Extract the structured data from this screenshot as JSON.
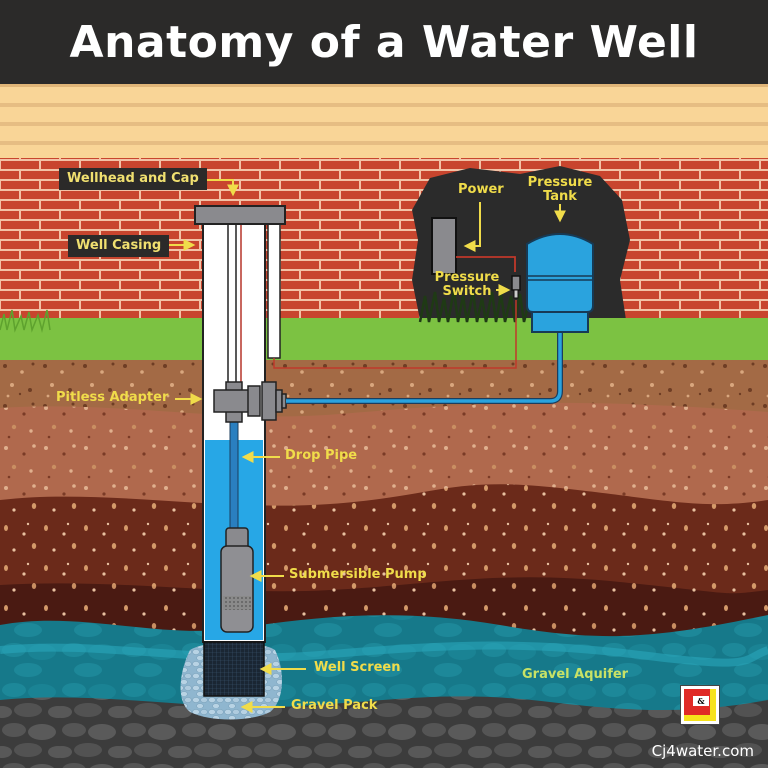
{
  "header": {
    "title": "Anatomy of a Water Well"
  },
  "labels": {
    "wellhead_and_cap": "Wellhead and Cap",
    "well_casing": "Well Casing",
    "power": "Power",
    "pressure_tank_line1": "Pressure",
    "pressure_tank_line2": "Tank",
    "pressure_switch_line1": "Pressure",
    "pressure_switch_line2": "Switch",
    "pitless_adapter": "Pitless Adapter",
    "drop_pipe": "Drop Pipe",
    "submersible_pump": "Submersible Pump",
    "well_screen": "Well Screen",
    "gravel_pack": "Gravel Pack",
    "gravel_aquifer": "Gravel Aquifer"
  },
  "branding": {
    "logo_text": "&",
    "website": "Cj4water.com"
  },
  "colors": {
    "title_bar": "#2b2a29",
    "siding": "#f9d597",
    "brick": "#c8452e",
    "grass": "#7cc242",
    "soil_top": "#a36a45",
    "soil_mid": "#b0694d",
    "soil_dark": "#6b2a1a",
    "soil_darkest": "#4a1a12",
    "aquifer": "#1a8ea0",
    "bedrock": "#4a4a4a",
    "water": "#27a7e6",
    "tank": "#2aa3de",
    "label_yellow": "#f0dc4a",
    "label_green": "#c8e266"
  }
}
